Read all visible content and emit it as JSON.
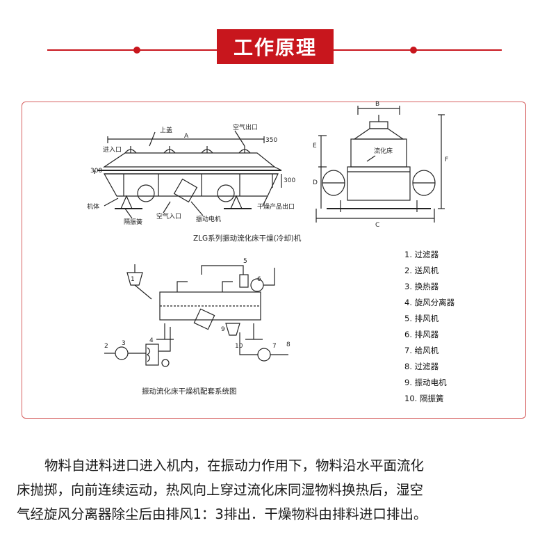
{
  "header": {
    "title": "工作原理"
  },
  "diagram_top": {
    "caption": "ZLG系列振动流化床干燥(冷却)机",
    "labels": {
      "lid": "上盖",
      "length": "A",
      "air_outlet": "空气出口",
      "dim_350": "350",
      "dim_300_left": "300",
      "dim_300_right": "300",
      "feed_inlet": "进入口",
      "body": "机体",
      "isolation_spring": "隔振簧",
      "air_inlet": "空气入口",
      "vibration_motor": "振动电机",
      "dry_outlet": "干燥产品出口",
      "side_b": "B",
      "side_c": "C",
      "side_d": "D",
      "side_e": "E",
      "side_f": "F",
      "fluid_bed": "流化床"
    }
  },
  "diagram_bottom": {
    "caption": "振动流化床干燥机配套系统图",
    "numbers": [
      "1",
      "2",
      "3",
      "4",
      "5",
      "6",
      "7",
      "8",
      "9",
      "10"
    ]
  },
  "legend": [
    "1. 过滤器",
    "2. 送风机",
    "3. 换热器",
    "4. 旋风分离器",
    "5. 排风机",
    "6. 排风器",
    "7. 给风机",
    "8. 过滤器",
    "9. 振动电机",
    "10. 隔振簧"
  ],
  "description": {
    "line1": "物料自进料进口进入机内，在振动力作用下，物料沿水平面流化",
    "line2": "床抛掷，向前连续运动，热风向上穿过流化床同湿物料换热后，湿空",
    "line3": "气经旋风分离器除尘后由排风1：3排出．干燥物料由排料进口排出。"
  }
}
